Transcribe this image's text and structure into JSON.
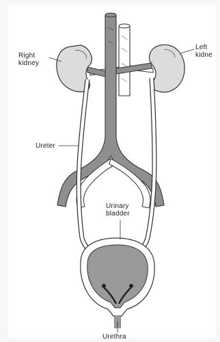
{
  "labels": {
    "right_kidney": "Right\nkidney",
    "left_kidney": "Left\nkidne",
    "ureter": "Ureter",
    "urinary_bladder": "Urinary\nbladder",
    "urethra": "Urethra"
  },
  "colors": {
    "kidney_fill": "#dcdcdc",
    "vessel_dark": "#8f8f8f",
    "vessel_light": "#ffffff",
    "bladder_fill": "#9a9a9a",
    "outline": "#333333"
  }
}
